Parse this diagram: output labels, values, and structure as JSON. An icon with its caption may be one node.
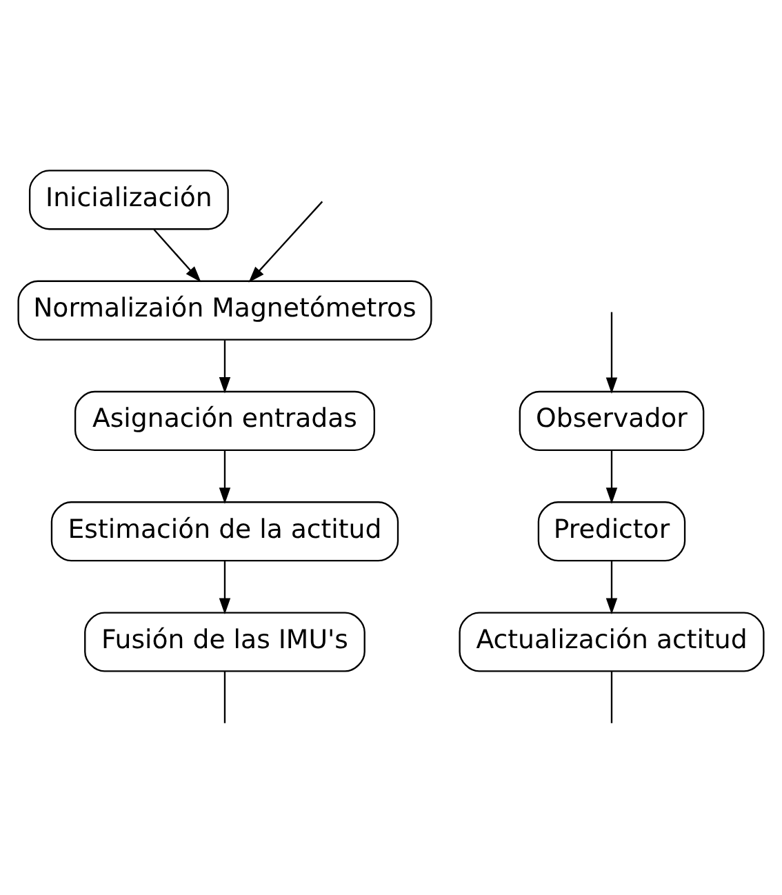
{
  "diagram": {
    "nodes": [
      {
        "text": [
          "Inicialización"
        ]
      },
      {
        "text": [
          "Normalizaión Magnetómetros"
        ]
      },
      {
        "text": [
          "Asignación entradas"
        ]
      },
      {
        "text": [
          "Estimación de la actitud"
        ]
      },
      {
        "text": [
          "Fusión de las IMU's"
        ]
      },
      {
        "text": [
          "Observador"
        ]
      },
      {
        "text": [
          "Predictor"
        ]
      },
      {
        "text": [
          "Actualización actitud"
        ]
      }
    ],
    "edges": [
      {
        "from": 0,
        "to": 1,
        "arrow": "to"
      },
      {
        "from": null,
        "to": 1,
        "arrow": "to"
      },
      {
        "from": 1,
        "to": 2,
        "arrow": "to"
      },
      {
        "from": 2,
        "to": 3,
        "arrow": "to"
      },
      {
        "from": 3,
        "to": 4,
        "arrow": "to"
      },
      {
        "from": 4,
        "to": null,
        "arrow": "none"
      },
      {
        "from": null,
        "to": 5,
        "arrow": "to"
      },
      {
        "from": 5,
        "to": 6,
        "arrow": "to"
      },
      {
        "from": 6,
        "to": 7,
        "arrow": "to"
      },
      {
        "from": 7,
        "to": null,
        "arrow": "none"
      }
    ]
  }
}
